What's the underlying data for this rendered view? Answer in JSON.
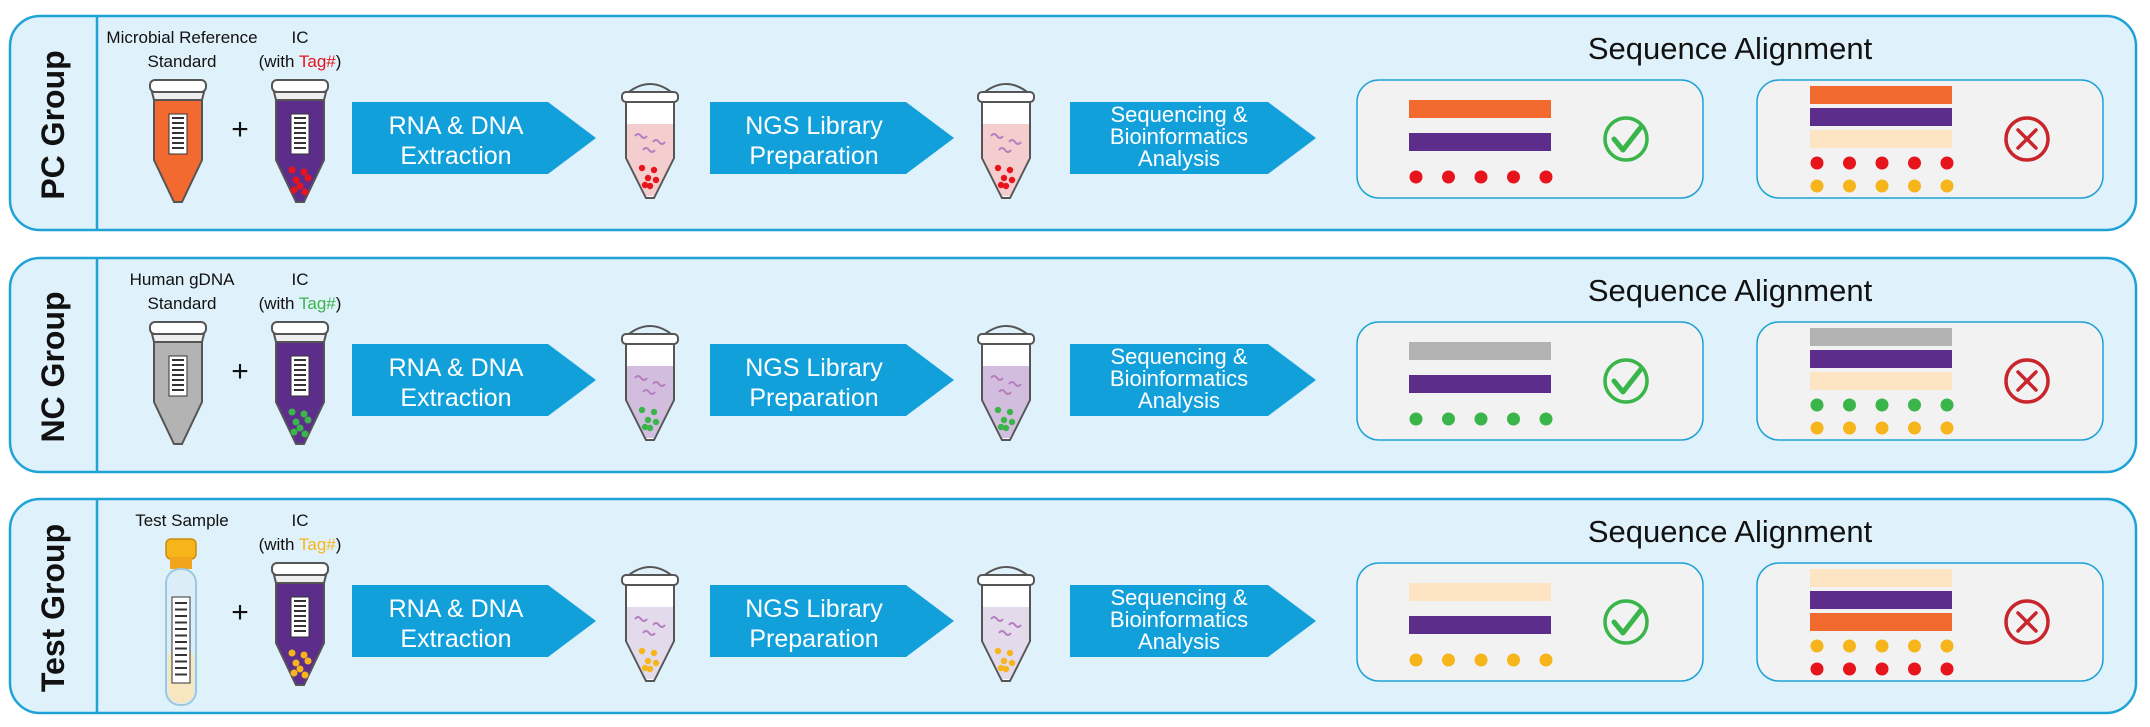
{
  "colors": {
    "panel_bg": "#dff1fa",
    "panel_border": "#1fa3d6",
    "arrow": "#12a0db",
    "orange": "#f26a30",
    "purple": "#5d2d8c",
    "gray": "#b3b3b3",
    "peach": "#fde5c4",
    "red": "#e8141c",
    "green": "#3ab54a",
    "yellow": "#f7b51c",
    "check_green": "#3ab54a",
    "cross_red": "#c8262c",
    "result_box_bg": "#f2f2f2"
  },
  "rows": [
    {
      "group_label": "PC Group",
      "sample_label_line1": "Microbial Reference",
      "sample_label_line2": "Standard",
      "sample_tube": "orange-tube",
      "plus": "+",
      "ic_label_line1": "IC",
      "ic_label_prefix": "(with ",
      "ic_tag": "Tag#",
      "ic_label_suffix": ")",
      "tag_color": "#e8141c",
      "step1_line1": "RNA & DNA",
      "step1_line2": "Extraction",
      "step2_line1": "NGS Library",
      "step2_line2": "Preparation",
      "step3_line1": "Sequencing &",
      "step3_line2": "Bioinformatics",
      "step3_line3": "Analysis",
      "alignment_title": "Sequence Alignment",
      "pass_bars": [
        "#f26a30",
        "#5d2d8c"
      ],
      "pass_dots": [
        "#e8141c"
      ],
      "fail_bars": [
        "#f26a30",
        "#5d2d8c",
        "#fde5c4"
      ],
      "fail_dots": [
        "#e8141c",
        "#f7b51c"
      ]
    },
    {
      "group_label": "NC Group",
      "sample_label_line1": "Human gDNA",
      "sample_label_line2": "Standard",
      "sample_tube": "gray-tube",
      "plus": "+",
      "ic_label_line1": "IC",
      "ic_label_prefix": "(with ",
      "ic_tag": "Tag#",
      "ic_label_suffix": ")",
      "tag_color": "#3ab54a",
      "step1_line1": "RNA & DNA",
      "step1_line2": "Extraction",
      "step2_line1": "NGS Library",
      "step2_line2": "Preparation",
      "step3_line1": "Sequencing &",
      "step3_line2": "Bioinformatics",
      "step3_line3": "Analysis",
      "alignment_title": "Sequence Alignment",
      "pass_bars": [
        "#b3b3b3",
        "#5d2d8c"
      ],
      "pass_dots": [
        "#3ab54a"
      ],
      "fail_bars": [
        "#b3b3b3",
        "#5d2d8c",
        "#fde5c4"
      ],
      "fail_dots": [
        "#3ab54a",
        "#f7b51c"
      ]
    },
    {
      "group_label": "Test Group",
      "sample_label_line1": "Test Sample",
      "sample_label_line2": "",
      "sample_tube": "test-sample-tube",
      "plus": "+",
      "ic_label_line1": "IC",
      "ic_label_prefix": "(with ",
      "ic_tag": "Tag#",
      "ic_label_suffix": ")",
      "tag_color": "#f7b51c",
      "step1_line1": "RNA & DNA",
      "step1_line2": "Extraction",
      "step2_line1": "NGS Library",
      "step2_line2": "Preparation",
      "step3_line1": "Sequencing &",
      "step3_line2": "Bioinformatics",
      "step3_line3": "Analysis",
      "alignment_title": "Sequence Alignment",
      "pass_bars": [
        "#fde5c4",
        "#5d2d8c"
      ],
      "pass_dots": [
        "#f7b51c"
      ],
      "fail_bars": [
        "#fde5c4",
        "#5d2d8c",
        "#f26a30"
      ],
      "fail_dots": [
        "#f7b51c",
        "#e8141c"
      ]
    }
  ]
}
